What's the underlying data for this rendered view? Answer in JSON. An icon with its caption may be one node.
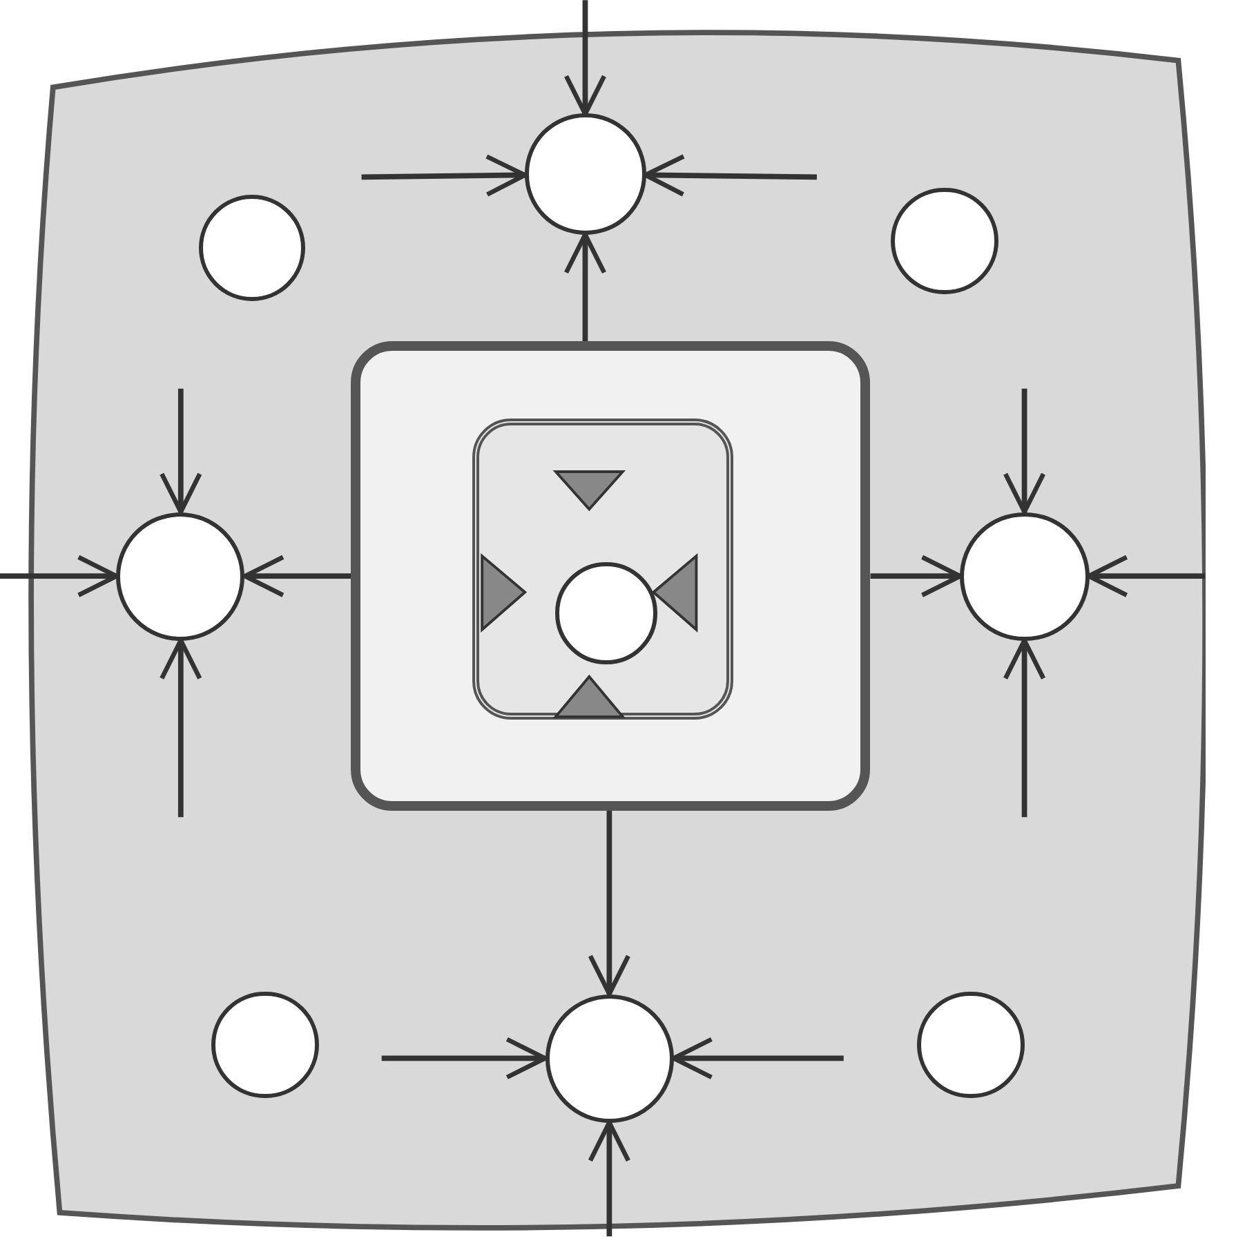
{
  "diagram": {
    "nodes": [
      {
        "text": [],
        "shape": "box"
      },
      {
        "text": [],
        "shape": "circle",
        "in": 0
      },
      {
        "text": [],
        "shape": "circle",
        "in": 0
      },
      {
        "text": [],
        "shape": "circle",
        "in": 0
      },
      {
        "text": [],
        "shape": "circle",
        "in": 0
      },
      {
        "text": [],
        "shape": "box",
        "in": 0
      },
      {
        "text": [],
        "shape": "box",
        "in": 5
      },
      {
        "text": [],
        "shape": "circle",
        "in": 6
      },
      {
        "text": [],
        "shape": "circle",
        "in": 0
      },
      {
        "text": [],
        "shape": "circle",
        "in": 0
      },
      {
        "text": [],
        "shape": "circle",
        "in": 0
      },
      {
        "text": [],
        "shape": "circle",
        "in": 0
      }
    ],
    "edges": [
      {
        "from": null,
        "to": 1,
        "arrow": "to"
      },
      {
        "from": null,
        "to": 1,
        "arrow": "to"
      },
      {
        "from": null,
        "to": 1,
        "arrow": "to"
      },
      {
        "from": 5,
        "to": 1,
        "arrow": "to"
      },
      {
        "from": null,
        "to": 4,
        "arrow": "to"
      },
      {
        "from": null,
        "to": 4,
        "arrow": "to"
      },
      {
        "from": null,
        "to": 4,
        "arrow": "to"
      },
      {
        "from": 5,
        "to": 4,
        "arrow": "to"
      },
      {
        "from": null,
        "to": 8,
        "arrow": "to"
      },
      {
        "from": null,
        "to": 8,
        "arrow": "to"
      },
      {
        "from": null,
        "to": 8,
        "arrow": "to"
      },
      {
        "from": 5,
        "to": 8,
        "arrow": "to"
      },
      {
        "from": 5,
        "to": 10,
        "arrow": "to"
      },
      {
        "from": null,
        "to": 10,
        "arrow": "to"
      },
      {
        "from": null,
        "to": 10,
        "arrow": "to"
      },
      {
        "from": null,
        "to": 10,
        "arrow": "to"
      }
    ]
  }
}
